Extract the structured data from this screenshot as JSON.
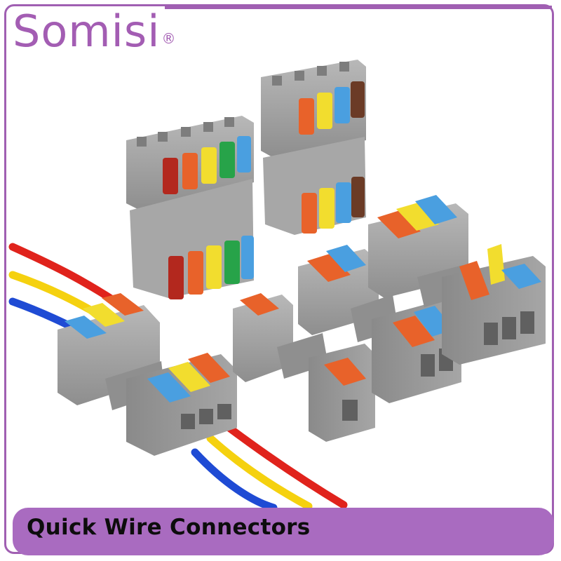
{
  "brand": {
    "name": "Somisi",
    "mark": "®",
    "color": "#a35db3"
  },
  "banner": {
    "text": "Quick Wire Connectors",
    "color": "#a96bc0"
  },
  "colors": {
    "housing": "#9c9c9c",
    "housing_light": "#b3b3b3",
    "lever_red": "#b3281e",
    "lever_orange": "#e8622a",
    "lever_yellow": "#f2dd2e",
    "lever_green": "#27a349",
    "lever_blue": "#4a9fe0",
    "lever_brown": "#6b3b26",
    "wire_red": "#e0231c",
    "wire_yellow": "#f5d10f",
    "wire_blue": "#1f4bd4"
  },
  "photo": {
    "subject": "push-in lever wire connectors",
    "connectors": [
      {
        "type": "5-way inline",
        "levers": [
          "red",
          "orange",
          "yellow",
          "green",
          "blue"
        ]
      },
      {
        "type": "4-way inline",
        "levers": [
          "orange",
          "yellow",
          "blue",
          "brown"
        ]
      },
      {
        "type": "3-way inline with wires",
        "levers": [
          "blue",
          "yellow",
          "orange"
        ]
      },
      {
        "type": "1-way inline",
        "levers": [
          "orange"
        ]
      },
      {
        "type": "2-way inline",
        "levers": [
          "orange",
          "blue"
        ]
      },
      {
        "type": "3-way inline",
        "levers": [
          "orange",
          "yellow",
          "blue"
        ]
      }
    ]
  }
}
